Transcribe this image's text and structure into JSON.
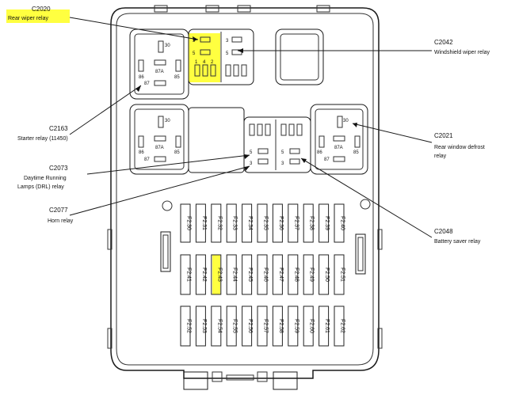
{
  "highlight_color": "#ffff1e",
  "callouts": {
    "c2020": {
      "code": "C2020",
      "name": "Rear wiper relay"
    },
    "c2042": {
      "code": "C2042",
      "name": "Windshield wiper relay"
    },
    "c2163": {
      "code": "C2163",
      "name": "Starter relay (11450)"
    },
    "c2073": {
      "code": "C2073",
      "name1": "Daytime Running",
      "name2": "Lamps (DRL) relay"
    },
    "c2077": {
      "code": "C2077",
      "name": "Horn relay"
    },
    "c2021": {
      "code": "C2021",
      "name1": "Rear window defrost",
      "name2": "relay"
    },
    "c2048": {
      "code": "C2048",
      "name": "Battery saver relay"
    }
  },
  "relay_pins": {
    "p30": "30",
    "p86": "86",
    "p87a": "87A",
    "p85": "85",
    "p87": "87",
    "p1": "1",
    "p2": "2",
    "p3": "3",
    "p4": "4",
    "p5": "5"
  },
  "fuses": {
    "row1": [
      "F2.30",
      "F2.31",
      "F2.32",
      "F2.33",
      "F2.34",
      "F2.35",
      "F2.36",
      "F2.37",
      "F2.38",
      "F2.39",
      "F2.40"
    ],
    "row2": [
      "F2.41",
      "F2.42",
      "F2.43",
      "F2.44",
      "F2.45",
      "F2.46",
      "F2.47",
      "F2.48",
      "F2.49",
      "F2.50",
      "F2.51"
    ],
    "row3": [
      "F2.52",
      "F2.53",
      "F2.54",
      "F2.55",
      "F2.56",
      "F2.57",
      "F2.58",
      "F2.59",
      "F2.60",
      "F2.61",
      "F2.62"
    ]
  },
  "highlighted_fuse": "F2.43"
}
